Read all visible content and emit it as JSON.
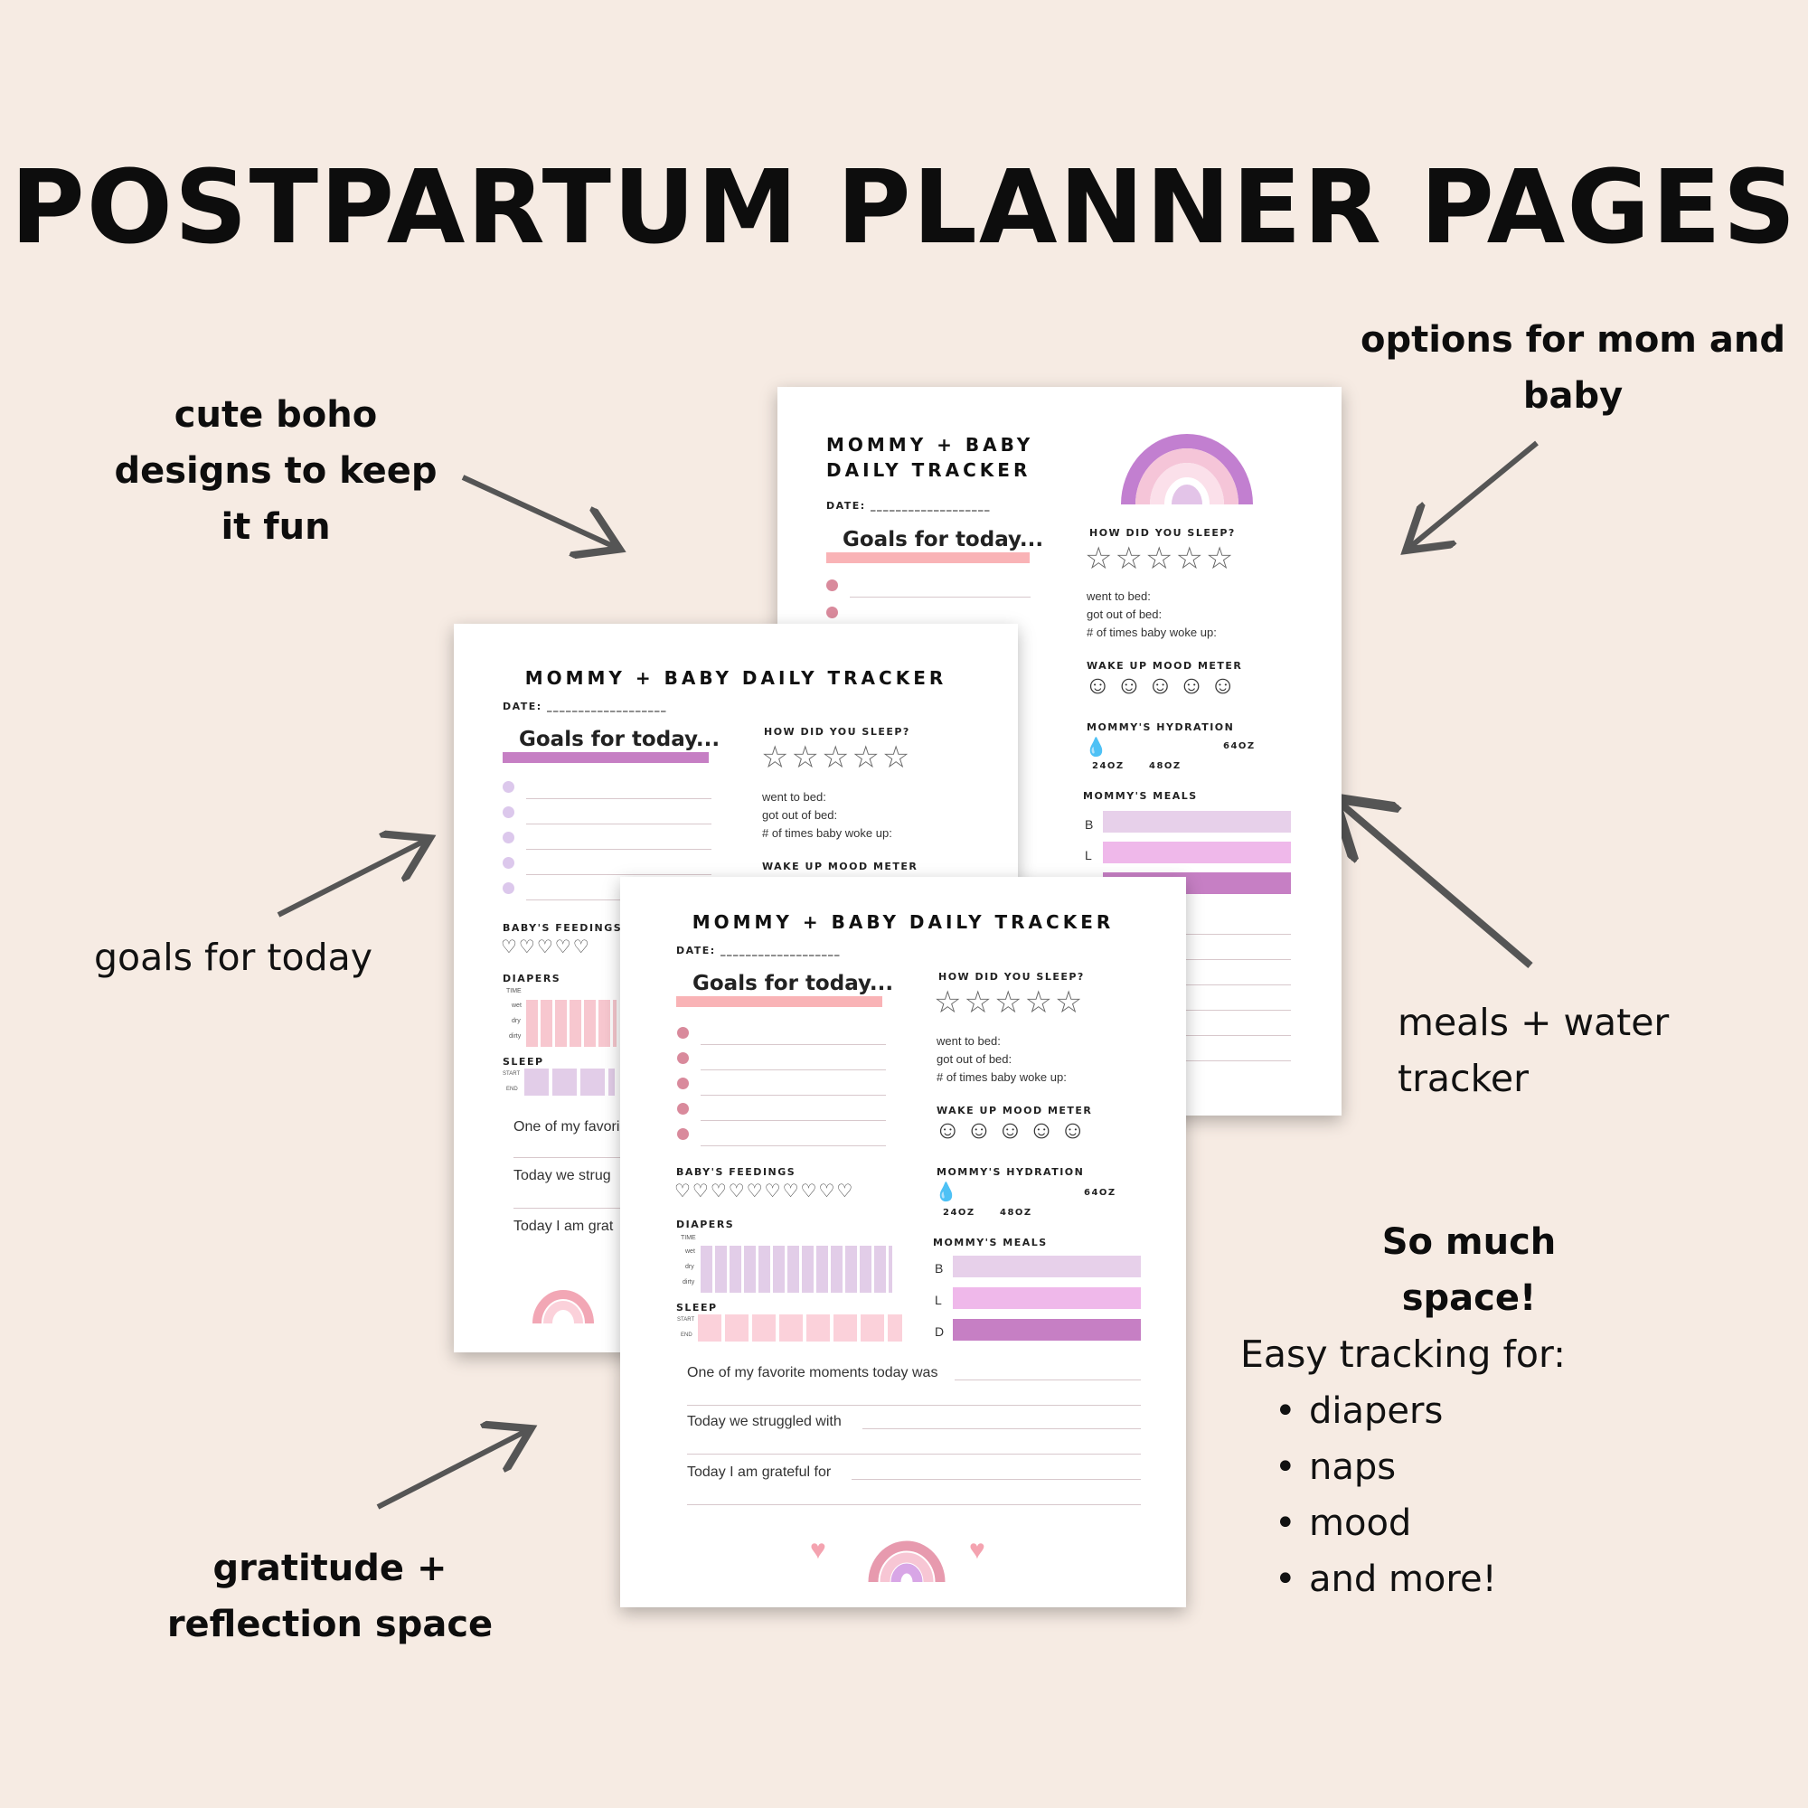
{
  "title": "POSTPARTUM PLANNER PAGES",
  "callouts": {
    "boho": "cute boho designs to keep it fun",
    "mom_baby": "options for mom and baby",
    "goals": "goals for today",
    "meals": "meals + water tracker",
    "space": "So much space!",
    "gratitude": "gratitude + reflection space",
    "easy_heading": "Easy tracking for:",
    "easy_items": [
      "diapers",
      "naps",
      "mood",
      "and more!"
    ]
  },
  "tracker": {
    "title": "MOMMY + BABY DAILY TRACKER",
    "title_line1": "MOMMY + BABY",
    "title_line2": "DAILY TRACKER",
    "date_label": "DATE: ___________________",
    "goals": "Goals for today...",
    "sleep_heading": "HOW DID YOU SLEEP?",
    "went_to_bed": "went to bed:",
    "got_out": "got out of bed:",
    "woke": "# of times baby woke up:",
    "mood": "WAKE UP MOOD METER",
    "hydration": "MOMMY'S HYDRATION",
    "oz24": "24OZ",
    "oz48": "48OZ",
    "oz64": "64OZ",
    "meals": "MOMMY'S MEALS",
    "meal_b": "B",
    "meal_l": "L",
    "meal_d": "D",
    "feedings": "BABY'S FEEDINGS",
    "diapers": "DIAPERS",
    "time": "TIME",
    "wet": "wet",
    "dry": "dry",
    "dirty": "dirty",
    "sleep": "SLEEP",
    "start": "START",
    "end": "END",
    "moment": "One of my favorite moments today was",
    "struggle": "Today we struggled with",
    "grateful": "Today I am grateful for",
    "moment_cut": "One of my favori",
    "struggle_cut": "Today we strug",
    "grateful_cut": "Today I am grat"
  },
  "colors": {
    "background": "#f6ebe3",
    "pink": "#f9b3b6",
    "purple": "#c67fc4",
    "lilac": "#e2cde8",
    "dot_pink": "#d98a9c",
    "dot_lilac": "#dcc8ec"
  }
}
